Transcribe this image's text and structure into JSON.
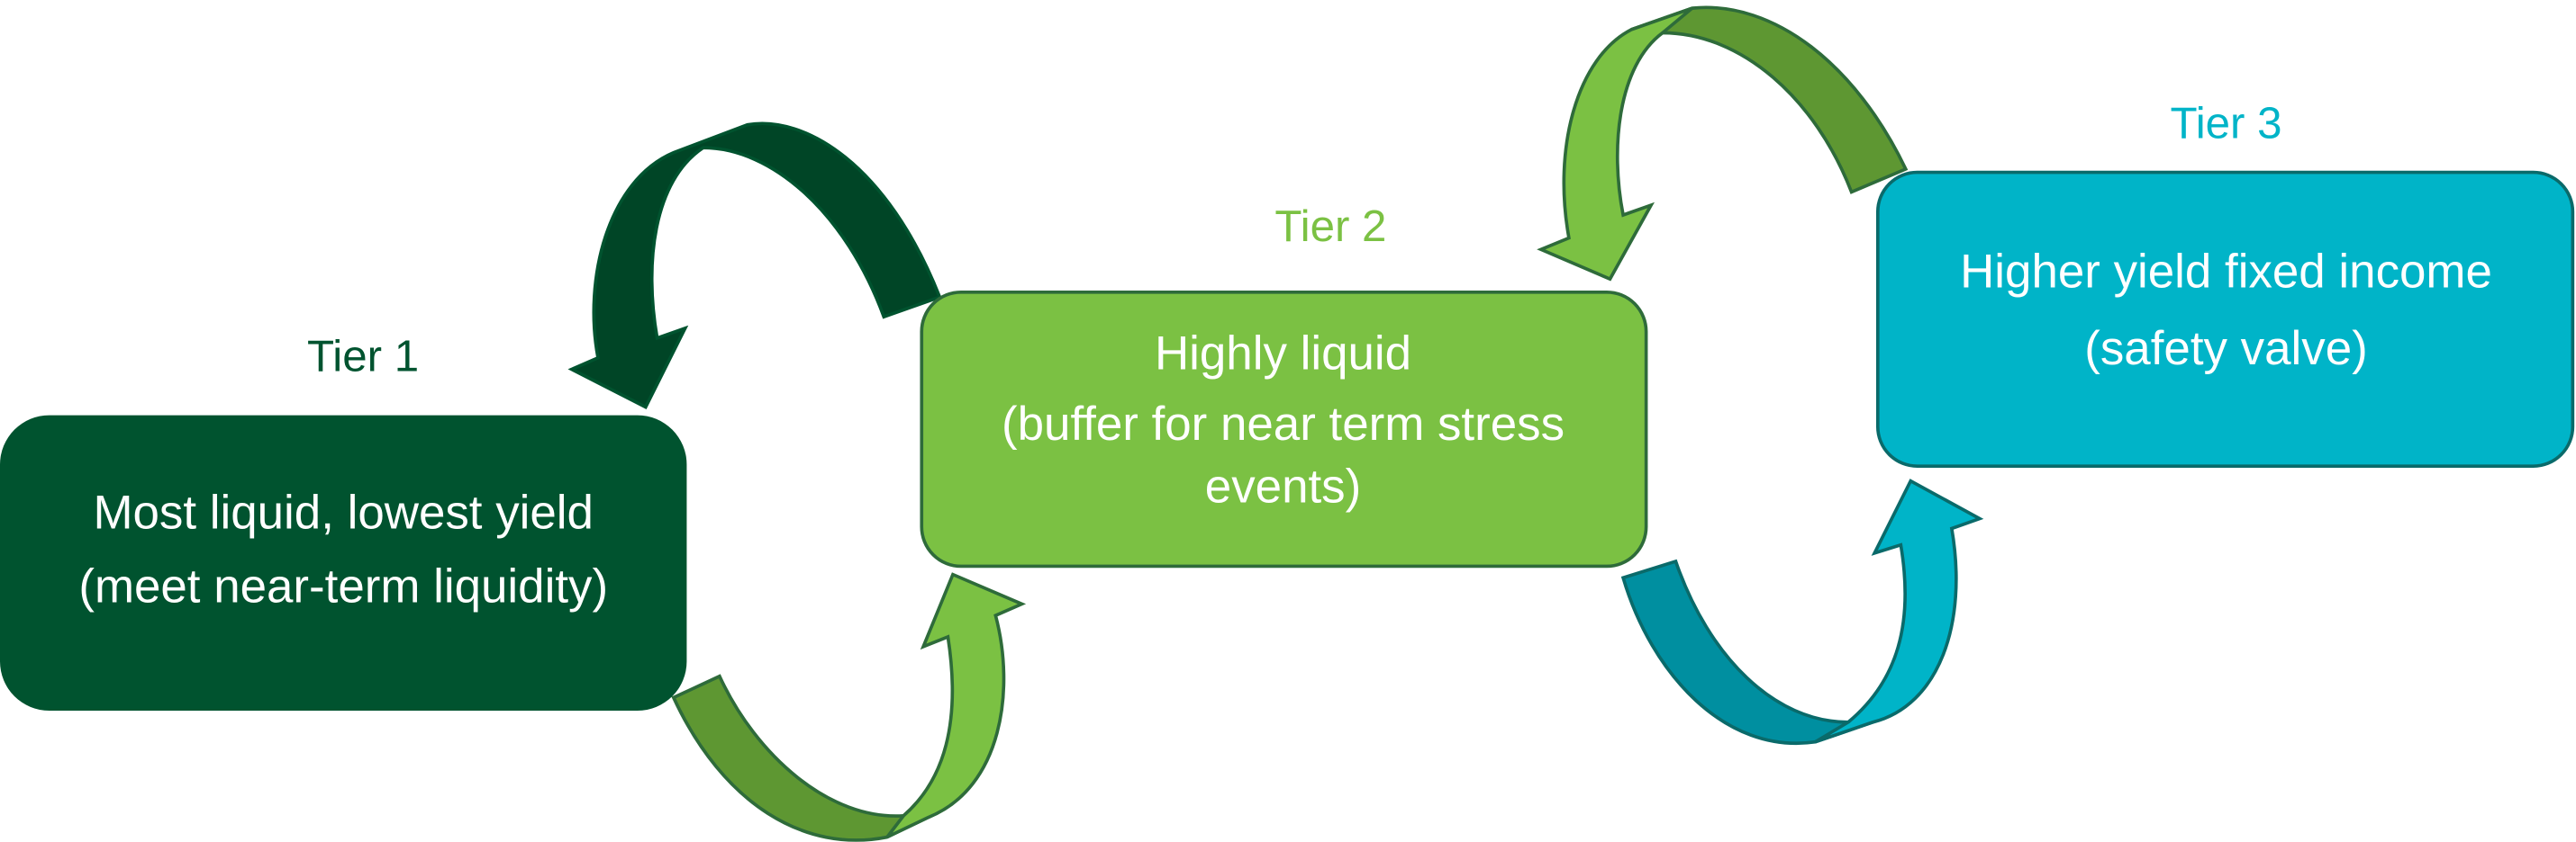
{
  "colors": {
    "tier1": "#00532F",
    "tier2": "#7BC143",
    "tier3": "#00B4C8",
    "arrow_dark_green": "#004526",
    "arrow_olive": "#5E9732",
    "arrow_teal_dark": "#008FA0"
  },
  "tiers": [
    {
      "label": "Tier 1",
      "lines": [
        "Most liquid, lowest yield",
        "(meet near-term liquidity)"
      ]
    },
    {
      "label": "Tier 2",
      "lines": [
        "Highly liquid",
        "(buffer for near term stress",
        "events)"
      ]
    },
    {
      "label": "Tier 3",
      "lines": [
        "Higher yield fixed income",
        "(safety valve)"
      ]
    }
  ]
}
